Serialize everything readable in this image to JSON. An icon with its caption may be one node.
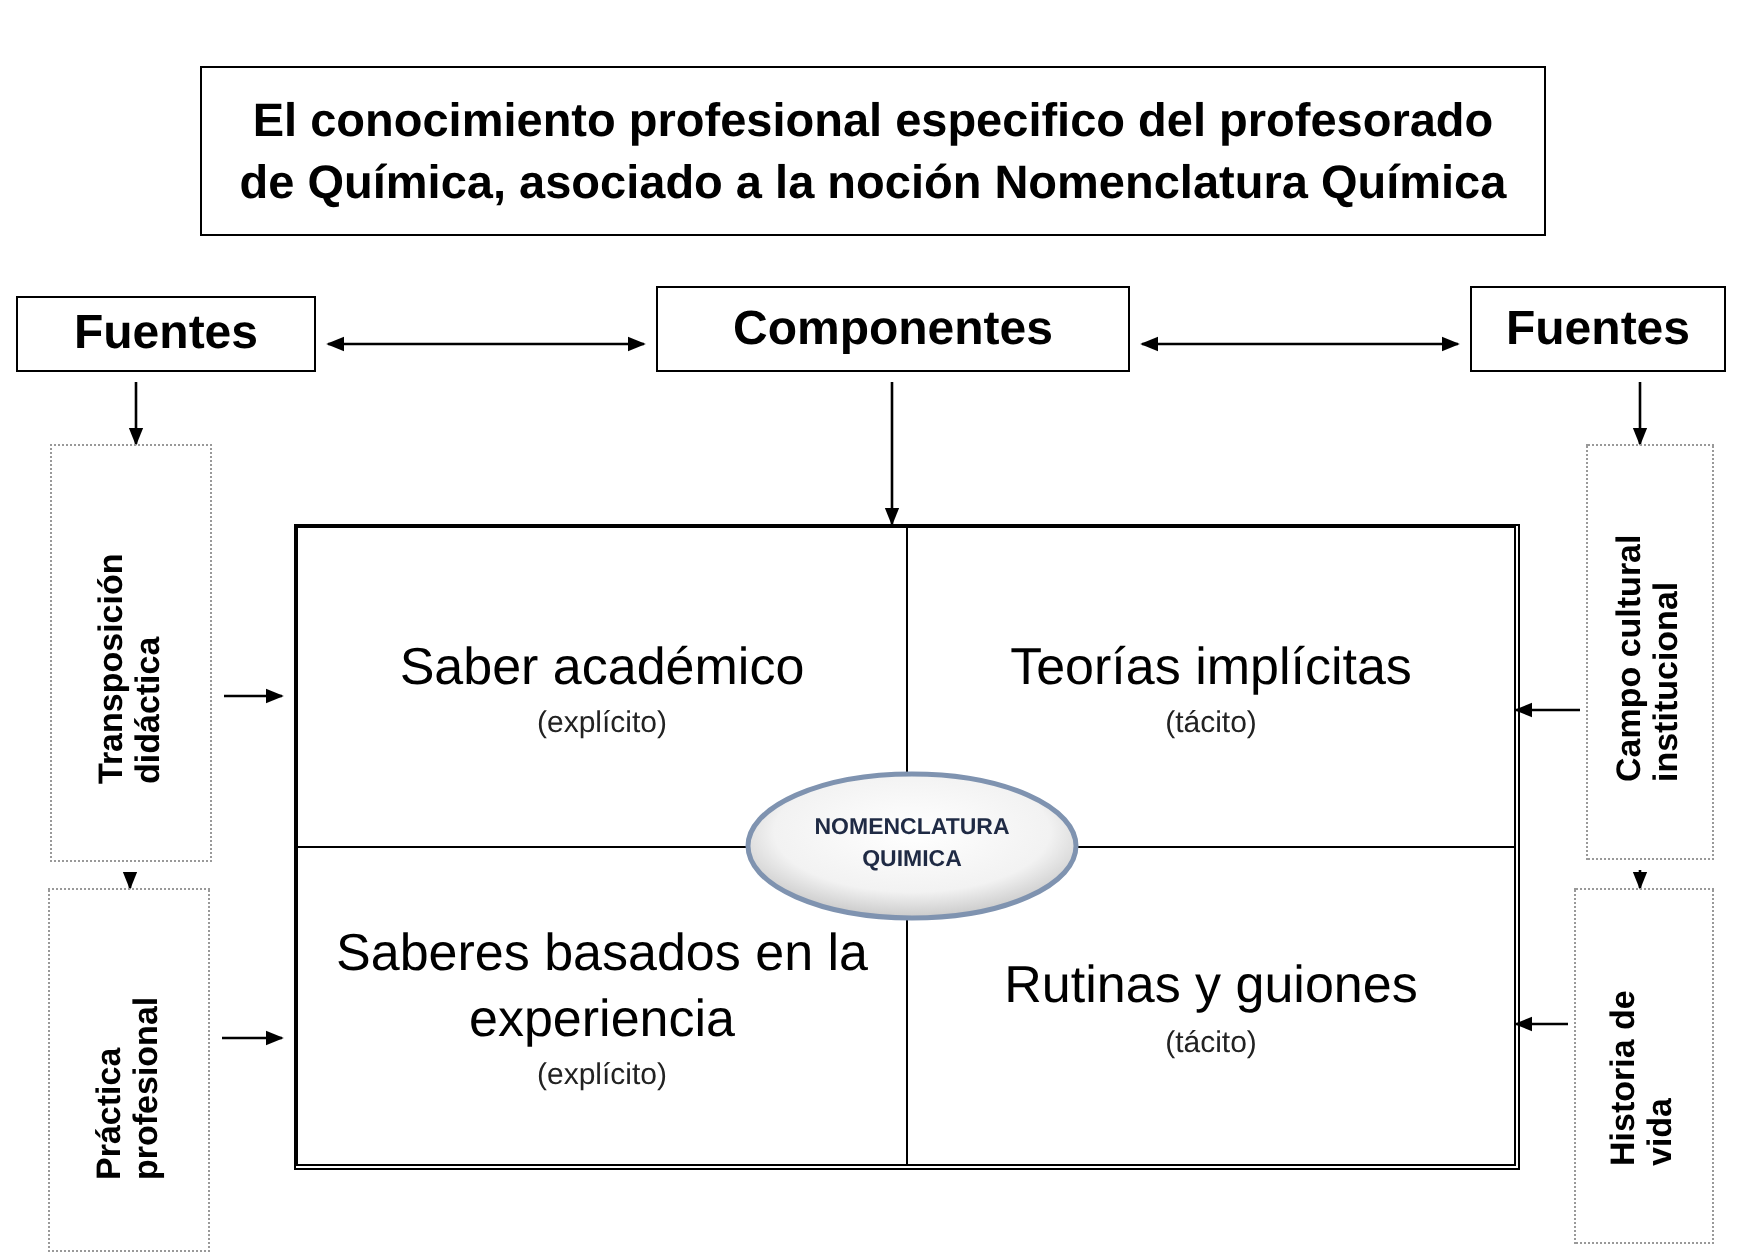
{
  "diagram": {
    "title": "El conocimiento profesional especifico del profesorado de Química, asociado a la noción Nomenclatura Química",
    "nodes": [
      {
        "text": [
          "Fuentes"
        ]
      },
      {
        "text": [
          "Componentes"
        ]
      },
      {
        "text": [
          "Fuentes"
        ]
      },
      {
        "text": [
          "Transposición didáctica"
        ]
      },
      {
        "text": [
          "Práctica profesional"
        ]
      },
      {
        "text": [
          "Campo cultural institucional"
        ]
      },
      {
        "text": [
          "Historia de vida"
        ]
      },
      {
        "text": [],
        "shape": "box"
      },
      {
        "text": [
          "Saber académico",
          "(explícito)"
        ],
        "in": 7
      },
      {
        "text": [
          "Teorías implícitas",
          "(tácito)"
        ],
        "in": 7
      },
      {
        "text": [
          "Saberes basados en la experiencia",
          "(explícito)"
        ],
        "in": 7
      },
      {
        "text": [
          "Rutinas y guiones",
          "(tácito)"
        ],
        "in": 7
      },
      {
        "text": [
          "NOMENCLATURA QUIMICA"
        ],
        "in": 7
      }
    ],
    "edges": [
      {
        "from": 0,
        "to": 1,
        "arrow": "both"
      },
      {
        "from": 1,
        "to": 2,
        "arrow": "both"
      },
      {
        "from": 1,
        "to": 7,
        "arrow": "to"
      },
      {
        "from": 0,
        "to": 3,
        "arrow": "to"
      },
      {
        "from": 3,
        "to": 4,
        "arrow": "to"
      },
      {
        "from": 2,
        "to": 5,
        "arrow": "to"
      },
      {
        "from": 5,
        "to": 6,
        "arrow": "to"
      },
      {
        "from": 3,
        "to": 8,
        "arrow": "to"
      },
      {
        "from": 4,
        "to": 10,
        "arrow": "to"
      },
      {
        "from": 5,
        "to": 9,
        "arrow": "to"
      },
      {
        "from": 6,
        "to": 11,
        "arrow": "to"
      }
    ]
  }
}
